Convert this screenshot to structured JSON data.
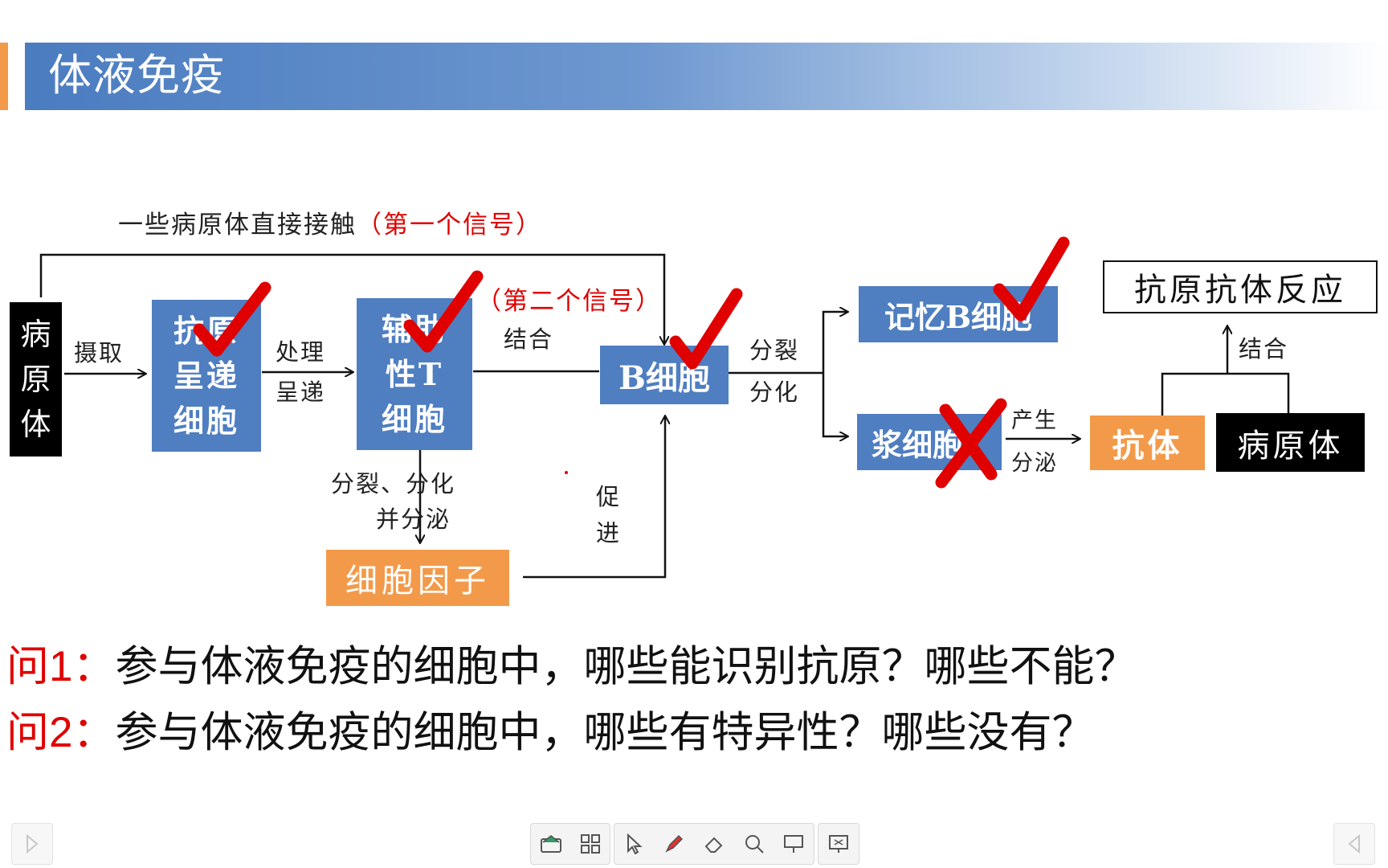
{
  "slide": {
    "title": "体液免疫"
  },
  "diagram": {
    "top_path_text": "一些病原体直接接触",
    "top_path_signal": "（第一个信号）",
    "pathogen_left": "病\n原\n体",
    "apc": "抗原\n呈递\n细胞",
    "helper_t": "辅助\n性T\n细胞",
    "b_cell": "B细胞",
    "memory_b": "记忆B细胞",
    "plasma": "浆细胞",
    "antibody": "抗体",
    "pathogen_right": "病原体",
    "reaction": "抗原抗体反应",
    "cytokine": "细胞因子",
    "label_uptake": "摄取",
    "label_process": "处理",
    "label_present": "呈递",
    "label_signal2": "（第二个信号）",
    "label_bind": "结合",
    "label_divide": "分裂",
    "label_differentiate": "分化",
    "label_produce": "产生",
    "label_secrete": "分泌",
    "label_bind2": "结合",
    "label_t_divide": "分裂、分化",
    "label_t_secrete": "并分泌",
    "label_promote_1": "促",
    "label_promote_2": "进"
  },
  "questions": [
    {
      "tag": "问1：",
      "text": "参与体液免疫的细胞中，哪些能识别抗原？哪些不能？"
    },
    {
      "tag": "问2：",
      "text": "参与体液免疫的细胞中，哪些有特异性？哪些没有？"
    }
  ],
  "colors": {
    "title_blue": "#4a7cc0",
    "box_blue": "#4f7ec1",
    "orange": "#f39a4a",
    "red_mark": "#e00000"
  },
  "toolbar": {
    "icons": [
      "envelope-icon",
      "grid-icon",
      "pointer-icon",
      "pen-icon",
      "eraser-icon",
      "magnifier-icon",
      "screen-icon",
      "presentation-icon"
    ]
  }
}
